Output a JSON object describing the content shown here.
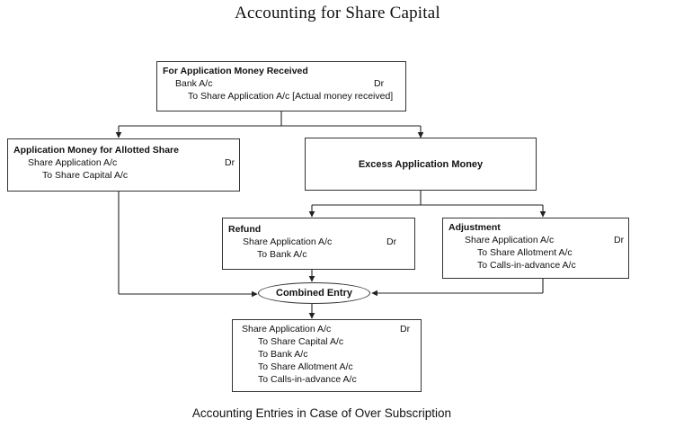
{
  "title": "Accounting for Share Capital",
  "caption": "Accounting Entries in Case of Over Subscription",
  "application_received": {
    "heading": "For Application Money Received",
    "line1": "Bank A/c",
    "dr": "Dr",
    "line2": "To Share Application A/c [Actual money received]"
  },
  "allotted": {
    "heading": "Application Money for Allotted Share",
    "line1": "Share Application A/c",
    "dr": "Dr",
    "line2": "To Share Capital A/c"
  },
  "excess": {
    "heading": "Excess Application Money"
  },
  "refund": {
    "heading": "Refund",
    "line1": "Share Application A/c",
    "dr": "Dr",
    "line2": "To Bank A/c"
  },
  "adjustment": {
    "heading": "Adjustment",
    "line1": "Share Application A/c",
    "dr": "Dr",
    "line2": "To Share Allotment A/c",
    "line3": "To Calls-in-advance A/c"
  },
  "combined": {
    "label": "Combined Entry"
  },
  "final": {
    "line1": "Share Application A/c",
    "dr": "Dr",
    "lines": [
      "To Share Capital A/c",
      "To Bank A/c",
      "To Share Allotment A/c",
      "To Calls-in-advance A/c"
    ]
  }
}
